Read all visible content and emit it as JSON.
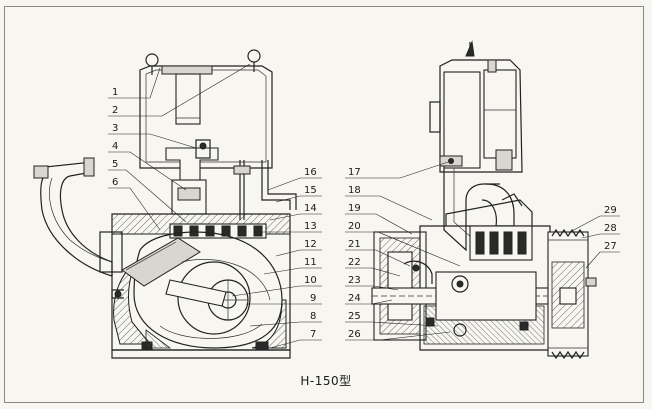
{
  "caption": "H-150型",
  "left_callouts": [
    {
      "num": "1"
    },
    {
      "num": "2"
    },
    {
      "num": "3"
    },
    {
      "num": "4"
    },
    {
      "num": "5"
    },
    {
      "num": "6"
    },
    {
      "num": "7"
    },
    {
      "num": "8"
    },
    {
      "num": "9"
    },
    {
      "num": "10"
    },
    {
      "num": "11"
    },
    {
      "num": "12"
    },
    {
      "num": "13"
    },
    {
      "num": "14"
    },
    {
      "num": "15"
    },
    {
      "num": "16"
    }
  ],
  "right_callouts": [
    {
      "num": "17"
    },
    {
      "num": "18"
    },
    {
      "num": "19"
    },
    {
      "num": "20"
    },
    {
      "num": "21"
    },
    {
      "num": "22"
    },
    {
      "num": "23"
    },
    {
      "num": "24"
    },
    {
      "num": "25"
    },
    {
      "num": "26"
    },
    {
      "num": "27"
    },
    {
      "num": "28"
    },
    {
      "num": "29"
    }
  ]
}
